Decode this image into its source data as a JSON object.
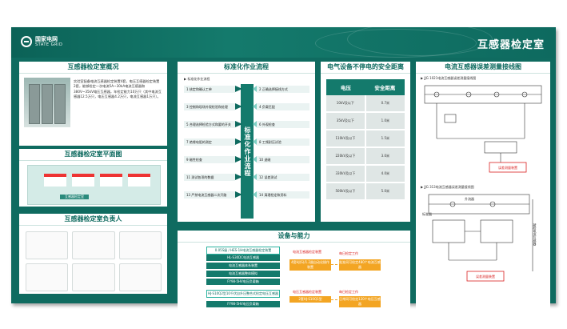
{
  "header": {
    "logo_cn": "国家电网",
    "logo_en": "STATE GRID",
    "title": "互感器检定室"
  },
  "overview": {
    "title": "互感器检定室概况",
    "text": "实验室配备电流互感器检定装置4套，电压互感器检定装置2套，能够检定一次电流5A~30kA电流互感器和380V~35kV电压互感器，年检定能力10万只（其中电流互感器12.5万只，电压互感器4.2万只，电流互感器1万只）。"
  },
  "floor": {
    "title": "互感器检定室平面图",
    "label": "互感器检定室"
  },
  "responsible": {
    "title": "互感器检定室负责人"
  },
  "flow": {
    "title": "标准化作业流程",
    "subtitle": "▶ 标准化作业流程",
    "center": "标准化作业流程",
    "left_steps": [
      "1 核定和确认工单",
      "3 控制和现场外观检验和处理",
      "5 合理选择检验方式和要的开关",
      "7 绝缘电阻的测定",
      "9 磁性检查",
      "11 测试各项的数据",
      "13 严禁电流互感器二次开路"
    ],
    "right_steps": [
      "2 正确选择接线方式",
      "4 负载匹配",
      "6 外观检查",
      "8 工频耐压试验",
      "10 退磁",
      "12 误差测试",
      "14 清理检定和资料"
    ]
  },
  "safety": {
    "title": "电气设备不停电的安全距离",
    "headers": [
      "电压",
      "安全距离"
    ],
    "rows": [
      [
        "10kV及以下",
        "0.7米"
      ],
      [
        "35kV及以下",
        "1.0米"
      ],
      [
        "110kV及以下",
        "1.5米"
      ],
      [
        "220kV及以下",
        "3.0米"
      ],
      [
        "330kV及以下",
        "4.0米"
      ],
      [
        "500kV及以下",
        "5.0米"
      ]
    ]
  },
  "equipment": {
    "title": "设备与能力",
    "group1_header": "电流互感器检定装置",
    "group1": [
      "0.05S级 / HES-1H电流互感器检定装置",
      "HL-S30DC电流互感器",
      "电流互感器体系装置",
      "电流互感器整体模拟",
      "FY98-5HV电压负载箱"
    ],
    "group1_mid": "4套HJ(S)/1.2器自动化操作装置",
    "group1_right": "批准同可检定480个电流互感器",
    "group2_header": "电压互感器检定装置",
    "group2": [
      "HJ-S10Q2型10千伏自升压整合式检定电压互感器",
      "FY98-5HV电压负载箱"
    ],
    "group2_mid": "2套HJ-S10Q1型",
    "group2_right": "日常同可检定120个电压互感器",
    "cap_label1": "每日检定工作",
    "cap_label2": "每日检定工作",
    "accent_red": "#d92020",
    "accent_orange": "#f3a523"
  },
  "wiring": {
    "title": "电流互感器误差测量接线图",
    "cap1": "▶ JJG 1021电流互感器误差测量接线图",
    "cap2": "▶ JJG 313电流互感器误差测量接线图",
    "label_box1": "误差测量装置",
    "label_box2": "误差测量装置",
    "label_source": "升流器",
    "label_std": "标准器",
    "label_load": "被检电流互感器"
  },
  "colors": {
    "board": "#0f6b60",
    "accent": "#147a6c"
  }
}
